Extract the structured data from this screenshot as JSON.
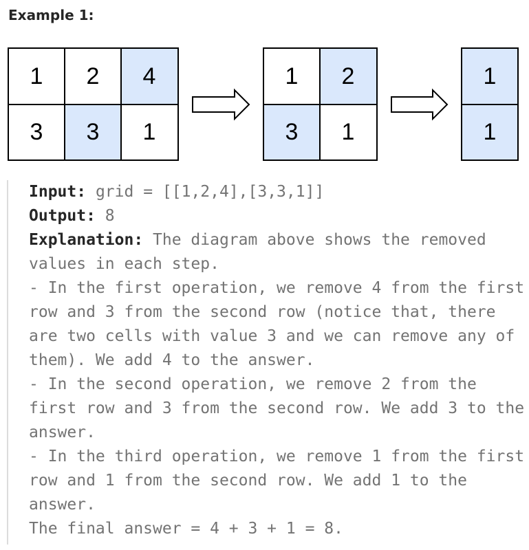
{
  "heading": "Example 1:",
  "grids": [
    {
      "rows": [
        [
          "1",
          "2",
          "4"
        ],
        [
          "3",
          "3",
          "1"
        ]
      ],
      "highlighted": [
        [
          0,
          2
        ],
        [
          1,
          1
        ]
      ]
    },
    {
      "rows": [
        [
          "1",
          "2"
        ],
        [
          "3",
          "1"
        ]
      ],
      "highlighted": [
        [
          0,
          1
        ],
        [
          1,
          0
        ]
      ]
    },
    {
      "rows": [
        [
          "1"
        ],
        [
          "1"
        ]
      ],
      "highlighted": [
        [
          0,
          0
        ],
        [
          1,
          0
        ]
      ]
    }
  ],
  "colors": {
    "highlight": "#dae8fc",
    "cell_border": "#000000",
    "arrow_fill": "#ffffff",
    "arrow_stroke": "#000000",
    "quote_border": "#dcdcdc",
    "label_text": "#262626",
    "body_text": "#737373"
  },
  "example": {
    "input_label": "Input:",
    "input_value": "grid = [[1,2,4],[3,3,1]]",
    "output_label": "Output:",
    "output_value": "8",
    "explanation_label": "Explanation:",
    "explanation_intro": "The diagram above shows the removed values in each step.",
    "steps": [
      "- In the first operation, we remove 4 from the first row and 3 from the second row (notice that, there are two cells with value 3 and we can remove any of them). We add 4 to the answer.",
      "- In the second operation, we remove 2 from the first row and 3 from the second row. We add 3 to the answer.",
      "- In the third operation, we remove 1 from the first row and 1 from the second row. We add 1 to the answer."
    ],
    "final": "The final answer = 4 + 3 + 1 = 8."
  }
}
